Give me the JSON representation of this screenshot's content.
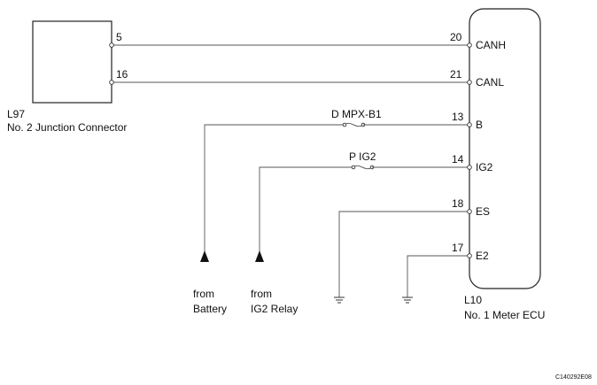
{
  "left_connector": {
    "id": "L97",
    "name": "No. 2 Junction Connector",
    "pins": [
      "5",
      "16"
    ]
  },
  "ecu": {
    "id": "L10",
    "name": "No. 1 Meter ECU",
    "pins": [
      {
        "number": "20",
        "signal": "CANH"
      },
      {
        "number": "21",
        "signal": "CANL"
      },
      {
        "number": "13",
        "signal": "B"
      },
      {
        "number": "14",
        "signal": "IG2"
      },
      {
        "number": "18",
        "signal": "ES"
      },
      {
        "number": "17",
        "signal": "E2"
      }
    ]
  },
  "fuses": [
    "D MPX-B1",
    "P IG2"
  ],
  "sources": [
    {
      "line1": "from",
      "line2": "Battery"
    },
    {
      "line1": "from",
      "line2": "IG2 Relay"
    }
  ],
  "figure_code": "C140292E08"
}
